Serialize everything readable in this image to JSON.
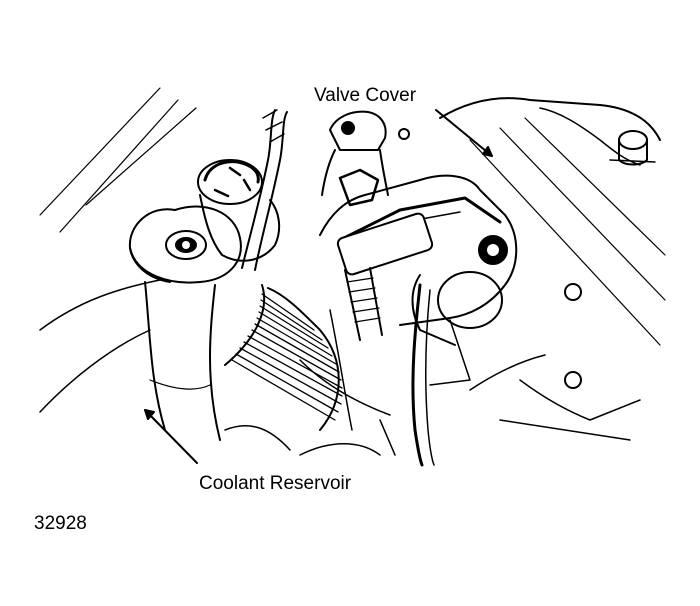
{
  "callouts": {
    "valve_cover": "Valve Cover",
    "coolant_reservoir": "Coolant Reservoir"
  },
  "figure_number": "32928",
  "colors": {
    "ink": "#000000",
    "paper": "#ffffff"
  }
}
